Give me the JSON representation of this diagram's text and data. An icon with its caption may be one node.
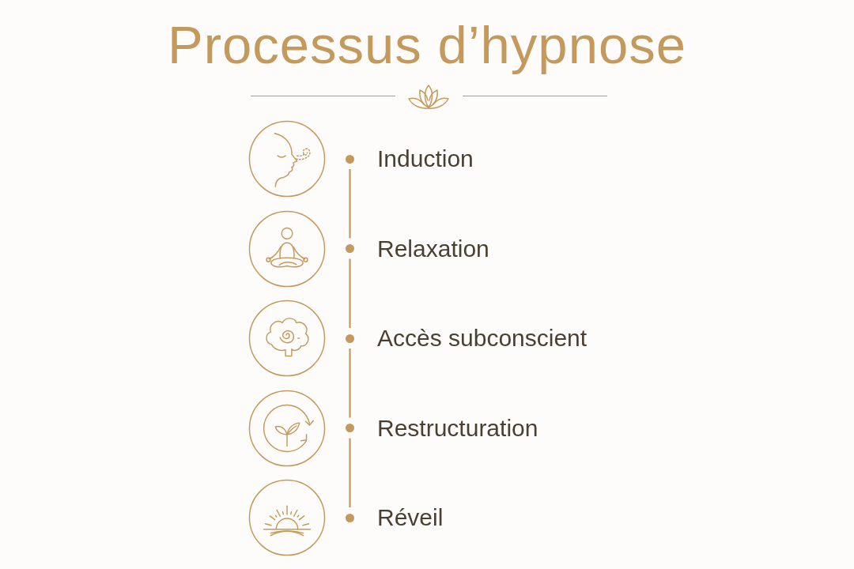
{
  "diagram": {
    "title": "Processus d’hypnose",
    "nodes": [
      {
        "text": [
          "Induction"
        ]
      },
      {
        "text": [
          "Relaxation"
        ]
      },
      {
        "text": [
          "Accès subconscient"
        ]
      },
      {
        "text": [
          "Restructuration"
        ]
      },
      {
        "text": [
          "Réveil"
        ]
      }
    ],
    "edges": [
      {
        "from": 0,
        "to": 1,
        "arrow": "none"
      },
      {
        "from": 1,
        "to": 2,
        "arrow": "none"
      },
      {
        "from": 2,
        "to": 3,
        "arrow": "none"
      },
      {
        "from": 3,
        "to": 4,
        "arrow": "none"
      }
    ]
  }
}
